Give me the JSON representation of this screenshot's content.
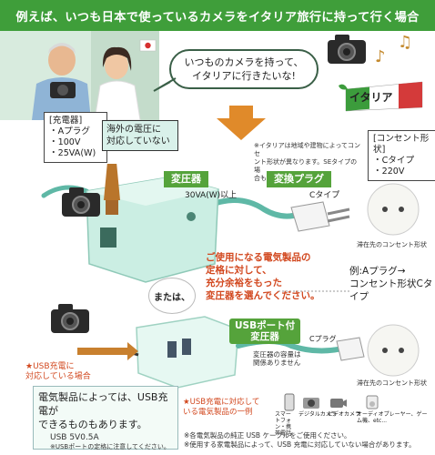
{
  "banner": {
    "title": "例えば、いつも日本で使っているカメラをイタリア旅行に持って行く場合"
  },
  "speech": {
    "line1": "いつものカメラを持って、",
    "line2": "イタリアに行きたいな!"
  },
  "italy_label": "イタリア",
  "charger_spec": {
    "header": "[充電器]",
    "lines": [
      "・Aプラグ",
      "・100V",
      "・25VA(W)"
    ]
  },
  "voltage_note": {
    "line1": "海外の電圧に",
    "line2": "対応していない"
  },
  "italy_footnote": {
    "line1": "※イタリアは地域や建物によってコンセ",
    "line2": "ント形状が異なります。SEタイプの場",
    "line3": "合もあります。"
  },
  "outlet_spec": {
    "header": "[コンセント形状]",
    "lines": [
      "・Cタイプ",
      "・220V"
    ]
  },
  "transformer": {
    "label": "変圧器",
    "spec": "30VA(W)以上"
  },
  "adapter": {
    "label": "変換プラグ",
    "type": "Cタイプ"
  },
  "outlet_caption_1": "滞在先のコンセント形状",
  "advice": {
    "line1": "ご使用になる電気製品の",
    "line2": "定格に対して、",
    "line3": "充分余裕をもった",
    "line4": "変圧器を選んでください。"
  },
  "or_label": "または、",
  "example": {
    "line1": "例:Aプラグ→",
    "line2": "コンセント形状Cタイプ"
  },
  "usb_transformer": {
    "line1": "USBポート付",
    "line2": "変圧器"
  },
  "usb_capacity_note": {
    "line1": "変圧器の容量は",
    "line2": "関係ありません"
  },
  "c_plug": "Cプラグ",
  "outlet_caption_2": "滞在先のコンセント形状",
  "usb_supported": {
    "line1": "★USB充電に",
    "line2": "対応している場合"
  },
  "usb_info": {
    "line1": "電気製品によっては、USB充電が",
    "line2": "できるものもあります。",
    "line3": "USB 5V0.5A",
    "line4": "※USBポートの定格に注意してください。"
  },
  "device_examples": {
    "title1": "★USB充電に対応して",
    "title2": "いる電気製品の一例",
    "items": [
      "スマートフォン・携帯電話",
      "デジタルカメラ",
      "ビデオカメラ",
      "オーディオプレーヤー、ゲーム機、etc..."
    ]
  },
  "footnotes": {
    "line1": "※各電気製品の純正 USB ケーブルをご使用ください。",
    "line2": "※使用する家電製品によって、USB 充電に対応していない場合があります。"
  },
  "colors": {
    "banner": "#3f9e3a",
    "teal_cable": "#5fb8a6",
    "warn": "#d2481f",
    "brown_arrow": "#c8802e",
    "green_tag": "#55a33b"
  }
}
